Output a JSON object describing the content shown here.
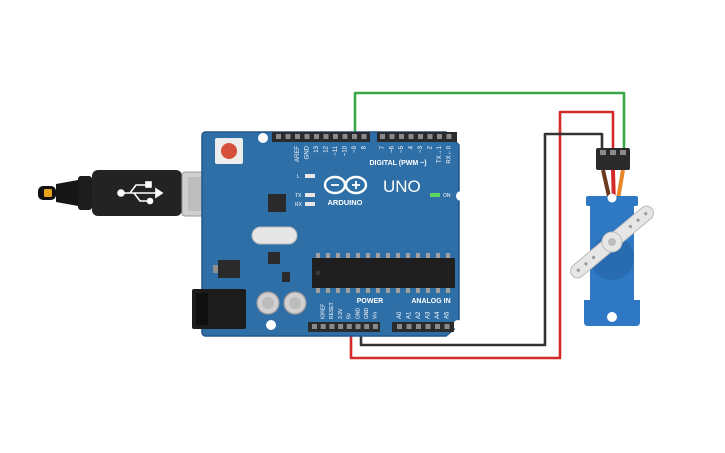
{
  "board": {
    "brand": "ARDUINO",
    "model": "UNO",
    "digital_label": "DIGITAL (PWM ~)",
    "power_label": "POWER",
    "analog_label": "ANALOG IN",
    "on_label": "ON",
    "tx_label": "TX",
    "rx_label": "RX",
    "l_label": "L",
    "digital_pins": [
      "AREF",
      "GND",
      "13",
      "12",
      "~11",
      "~10",
      "~9",
      "8",
      "7",
      "~6",
      "~5",
      "4",
      "~3",
      "2",
      "TX→1",
      "RX←0"
    ],
    "power_pins": [
      "IOREF",
      "RESET",
      "3.3V",
      "5V",
      "GND",
      "GND",
      "Vin"
    ],
    "analog_pins": [
      "A0",
      "A1",
      "A2",
      "A3",
      "A4",
      "A5"
    ]
  },
  "colors": {
    "board": "#2f6fa8",
    "board_edge": "#24578a",
    "wire_signal": "#3aa845",
    "wire_power": "#d42a2a",
    "wire_ground": "#333333",
    "servo_body": "#2f78c4",
    "servo_horn": "#e6e6e6"
  },
  "connections": [
    {
      "from": "~9",
      "to": "servo-signal",
      "color": "green"
    },
    {
      "from": "5V",
      "to": "servo-power",
      "color": "red"
    },
    {
      "from": "GND",
      "to": "servo-ground",
      "color": "black"
    }
  ],
  "icons": {
    "usb": "usb-icon",
    "logo": "arduino-infinity-logo"
  }
}
